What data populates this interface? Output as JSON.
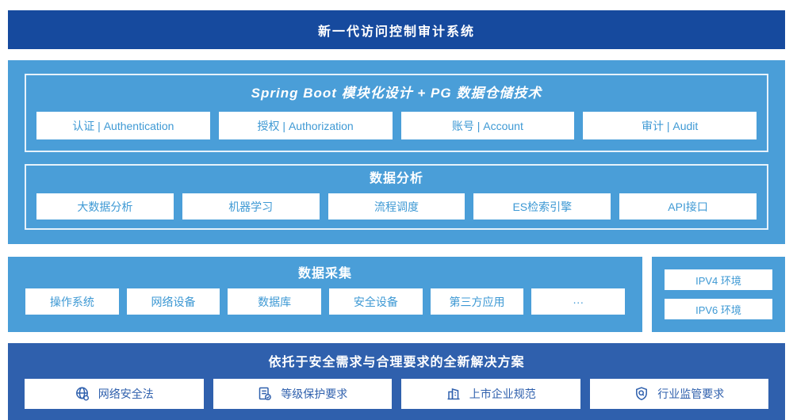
{
  "header": {
    "title": "新一代访问控制审计系统"
  },
  "platform": {
    "spring_boot": {
      "title": "Spring Boot 模块化设计 + PG 数据仓储技术",
      "modules": [
        "认证 | Authentication",
        "授权 | Authorization",
        "账号 | Account",
        "审计 | Audit"
      ]
    },
    "data_analysis": {
      "title": "数据分析",
      "modules": [
        "大数据分析",
        "机器学习",
        "流程调度",
        "ES检索引擎",
        "API接口"
      ]
    }
  },
  "data_collection": {
    "title": "数据采集",
    "sources": [
      "操作系统",
      "网络设备",
      "数据库",
      "安全设备",
      "第三方应用",
      "···"
    ]
  },
  "environments": {
    "items": [
      "IPV4 环境",
      "IPV6 环境"
    ]
  },
  "solution": {
    "title": "依托于安全需求与合理要求的全新解决方案",
    "items": [
      {
        "icon": "globe-icon",
        "label": "网络安全法"
      },
      {
        "icon": "document-check-icon",
        "label": "等级保护要求"
      },
      {
        "icon": "building-icon",
        "label": "上市企业规范"
      },
      {
        "icon": "shield-search-icon",
        "label": "行业监管要求"
      }
    ]
  },
  "colors": {
    "header_dark_blue": "#164a9e",
    "section_blue": "#4a9ed8",
    "solution_blue": "#2f60ad",
    "box_text_blue": "#3e99d4",
    "box_background": "#ffffff",
    "inner_border": "#e6f2fb"
  }
}
